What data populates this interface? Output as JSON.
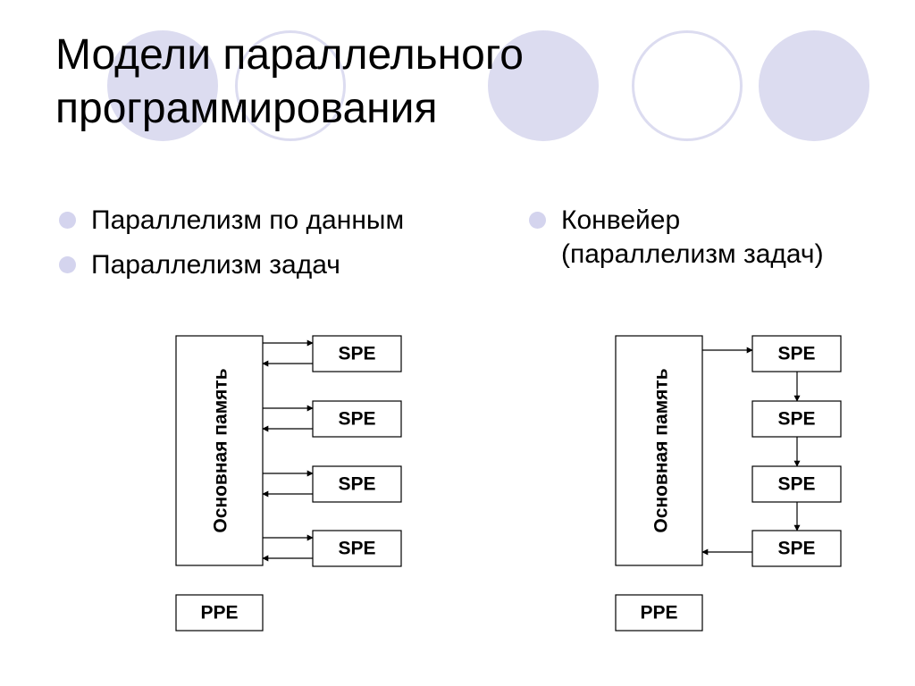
{
  "slide": {
    "title_lines": [
      "Модели параллельного",
      "программирования"
    ],
    "left_bullets": [
      "Параллелизм по данным",
      "Параллелизм задач"
    ],
    "right_bullet": [
      "Конвейер",
      "(параллелизм задач)"
    ],
    "colors": {
      "bullet": "#d4d4ee",
      "decor_fill": "#dcdcf0",
      "decor_ring": "#dcdcf0",
      "line": "#000000"
    }
  },
  "diagram_left": {
    "memory_label": "Основная память",
    "spe_labels": [
      "SPE",
      "SPE",
      "SPE",
      "SPE"
    ],
    "ppe_label": "PPE",
    "links": "bidirectional arrows between memory and each SPE"
  },
  "diagram_right": {
    "memory_label": "Основная память",
    "spe_labels": [
      "SPE",
      "SPE",
      "SPE",
      "SPE"
    ],
    "ppe_label": "PPE",
    "links": "memory → SPE1 → SPE2 → SPE3 → SPE4 → memory"
  }
}
